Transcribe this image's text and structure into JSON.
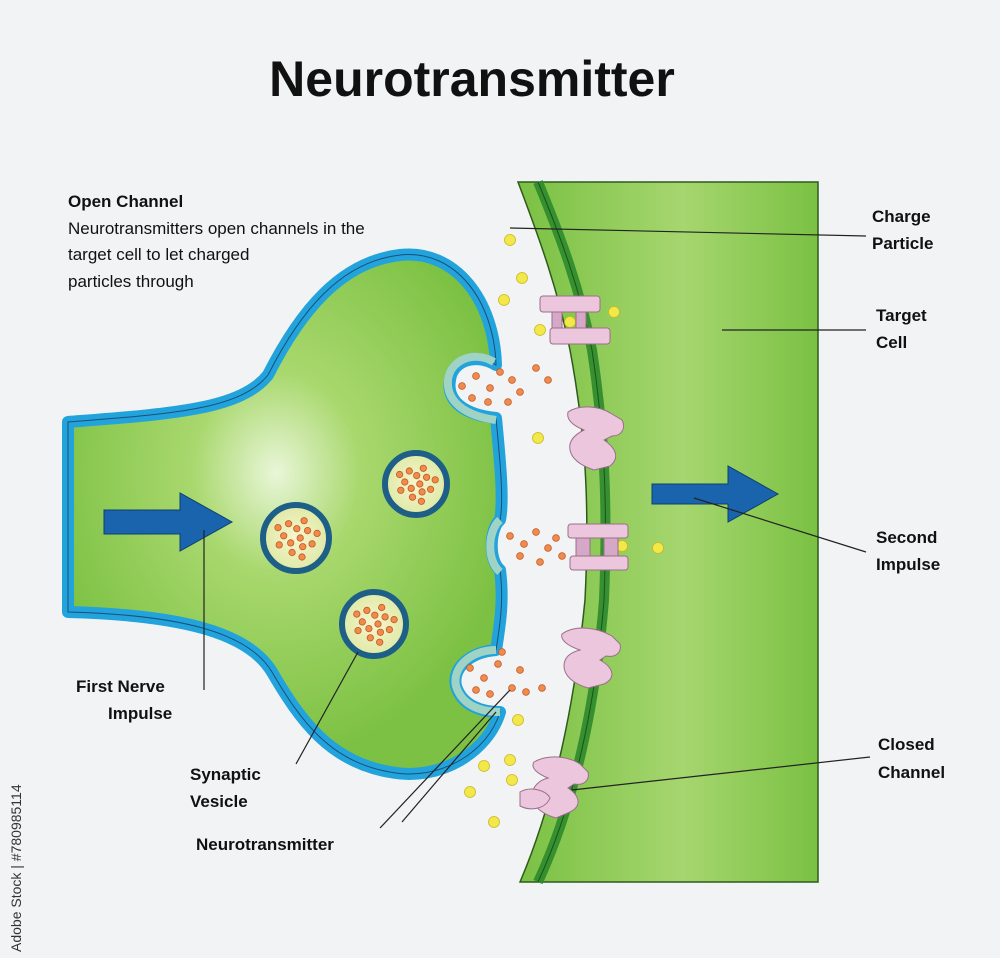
{
  "title": "Neurotransmitter",
  "open_channel": {
    "heading": "Open Channel",
    "lines": [
      "Neurotransmitters open channels in the",
      "target cell to let charged",
      "particles through"
    ]
  },
  "labels": {
    "charge_particle": [
      "Charge",
      "Particle"
    ],
    "target_cell": [
      "Target",
      "Cell"
    ],
    "second_impulse": [
      "Second",
      "Impulse"
    ],
    "closed_channel": [
      "Closed",
      "Channel"
    ],
    "first_nerve_impulse": [
      "First Nerve",
      "Impulse"
    ],
    "synaptic_vesicle": [
      "Synaptic",
      "Vesicle"
    ],
    "neurotransmitter": "Neurotransmitter"
  },
  "stamp_text": "Adobe Stock | #780985114",
  "colors": {
    "background": "#f1f3f5",
    "cell_green": "#7dc242",
    "membrane_blue": "#2aa8e0",
    "arrow_blue": "#1a64ad",
    "receptor_pink": "#ecc6dc",
    "charge_yellow": "#f2e84a",
    "transmitter_orange": "#f08a4e",
    "vesicle_ring": "#1d5f86"
  }
}
